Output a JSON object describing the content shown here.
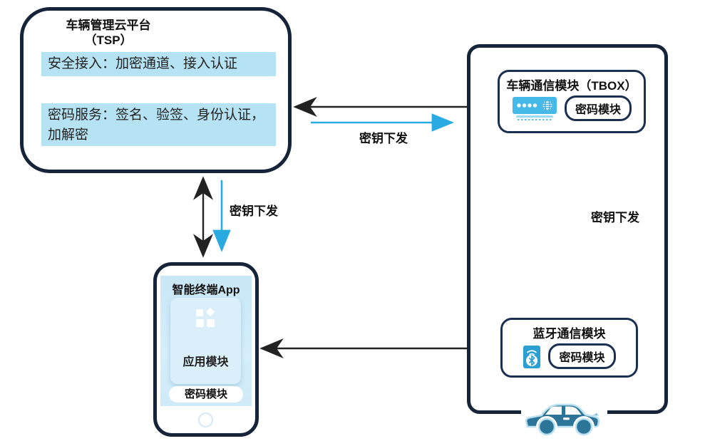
{
  "tsp": {
    "title_line1": "车辆管理云平台",
    "title_line2": "（TSP）",
    "secure_access": "安全接入：加密通道、接入认证",
    "crypto_service": "密码服务：签名、验签、身份认证，加解密"
  },
  "vehicle": {
    "tbox": {
      "title": "车辆通信模块（TBOX）",
      "crypto_module": "密码模块"
    },
    "bluetooth": {
      "title": "蓝牙通信模块",
      "crypto_module": "密码模块"
    }
  },
  "phone": {
    "title": "智能终端App",
    "app_module": "应用模块",
    "crypto_module": "密码模块"
  },
  "arrows": {
    "tsp_tbox_key_label": "密钥下发",
    "tsp_app_key_label": "密钥下发",
    "tbox_bluetooth_key_label": "密钥下发"
  },
  "icons": {
    "tbox_device": "modem-device-icon",
    "bluetooth": "bluetooth-icon",
    "app_grid": "app-grid-icon",
    "car": "car-icon",
    "home_button": "home-button-circle"
  },
  "colors": {
    "box_border": "#16243a",
    "module_border": "#1b3050",
    "highlight_blue": "#b5e3f4",
    "key_arrow_blue": "#29abe2",
    "black_arrow": "#222222",
    "tbox_icon_blue": "#45b9e8",
    "bluetooth_icon_blue": "#2c9fd2",
    "car_blue": "#2d7499",
    "phone_screen_blue": "#cfeaf8"
  }
}
